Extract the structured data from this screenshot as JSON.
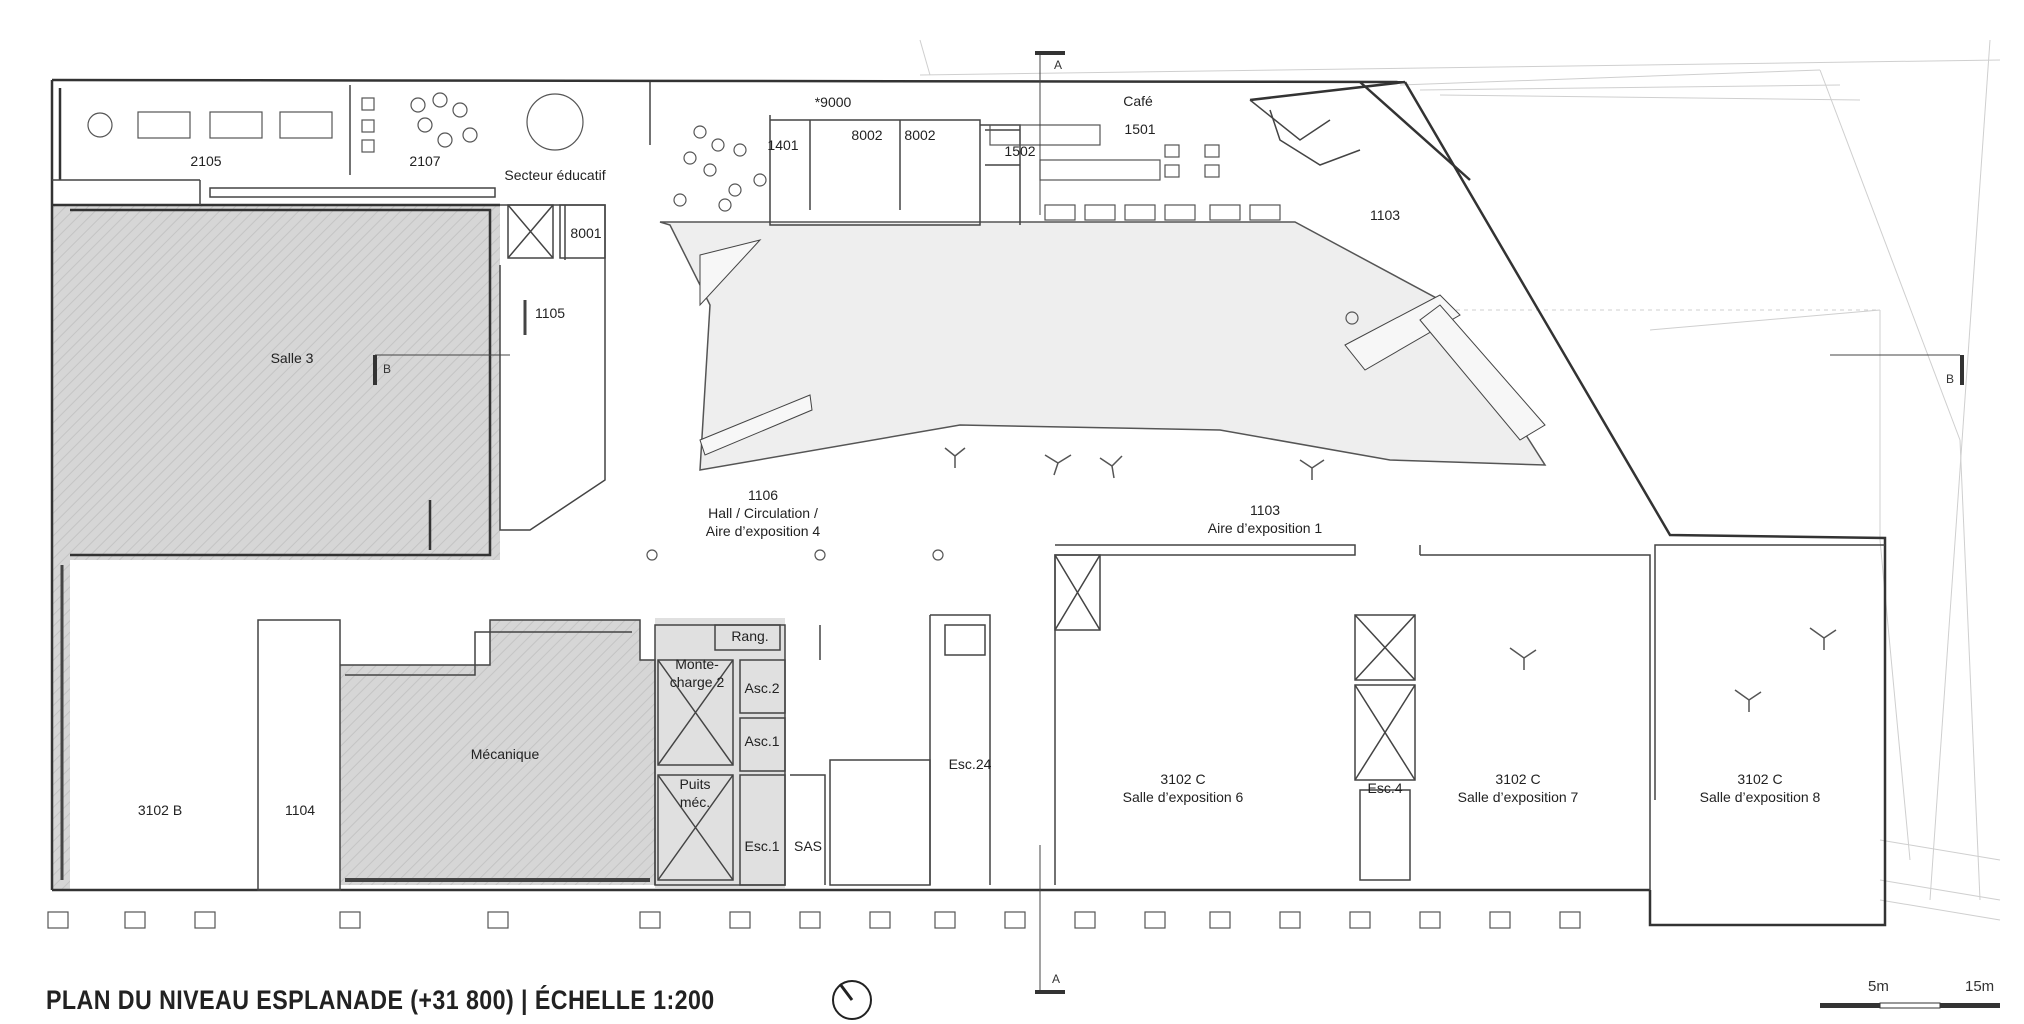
{
  "title": "PLAN DU NIVEAU ESPLANADE (+31 800) | ÉCHELLE 1:200",
  "scale_bar": {
    "label_a": "5m",
    "label_b": "15m"
  },
  "section_markers": {
    "a_top": "A",
    "a_bottom": "A",
    "b_left": "B",
    "b_right": "B"
  },
  "rooms": {
    "r2105": "2105",
    "r2107": "2107",
    "educ": "Secteur éducatif",
    "r9000": "*9000",
    "cafe": "Café",
    "r1501": "1501",
    "r1401": "1401",
    "r8002a": "8002",
    "r8002b": "8002",
    "r1502": "1502",
    "r8001": "8001",
    "r1103_top": "1103",
    "r1105": "1105",
    "salle3": "Salle 3",
    "hall_num": "1106",
    "hall_l1": "Hall / Circulation /",
    "hall_l2": "Aire d’exposition 4",
    "aire1_num": "1103",
    "aire1_name": "Aire d’exposition 1",
    "rang": "Rang.",
    "monte_l1": "Monte-",
    "monte_l2": "charge 2",
    "asc2": "Asc.2",
    "asc1": "Asc.1",
    "puits_l1": "Puits",
    "puits_l2": "méc.",
    "esc1": "Esc.1",
    "sas": "SAS",
    "esc24": "Esc.24",
    "esc4": "Esc.4",
    "mecanique": "Mécanique",
    "r3102b": "3102 B",
    "r1104": "1104",
    "s6_num": "3102 C",
    "s6_name": "Salle d’exposition 6",
    "s7_num": "3102 C",
    "s7_name": "Salle d’exposition 7",
    "s8_num": "3102 C",
    "s8_name": "Salle d’exposition 8"
  },
  "colors": {
    "wall": "#333333",
    "hatch_fill": "#d9d9d9",
    "hall_fill": "#efefef",
    "thin": "#9a9a9a"
  }
}
